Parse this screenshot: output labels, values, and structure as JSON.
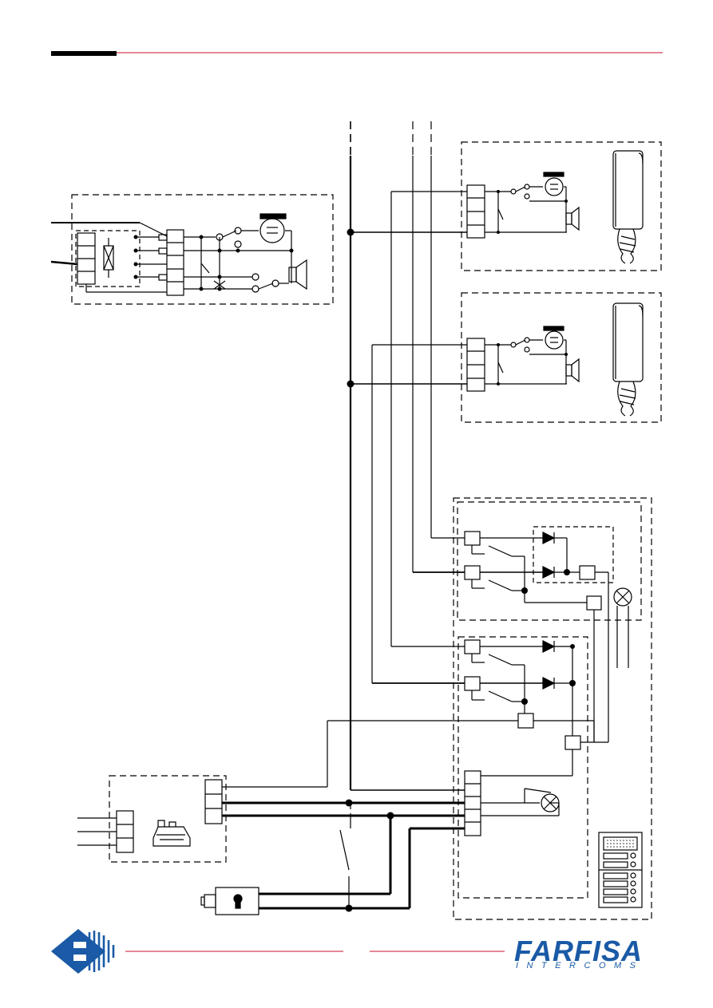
{
  "brand": {
    "name": "FARFISA",
    "tagline": "INTERCOMS",
    "color": "#1a5aa6"
  },
  "colors": {
    "line": "#000000",
    "header_rule": "#c8102e",
    "footer_rule": "#c8102e",
    "header_bar": "#000000"
  },
  "icons": {
    "logo": "farfisa-diamond-logo",
    "handset": "intercom-handset-icon",
    "lamp": "lamp-icon",
    "speaker": "speaker-icon",
    "buzzer": "buzzer-icon",
    "lock": "electric-lock-icon",
    "power_supply": "power-supply-icon",
    "push_button_panel": "push-button-panel-icon"
  }
}
